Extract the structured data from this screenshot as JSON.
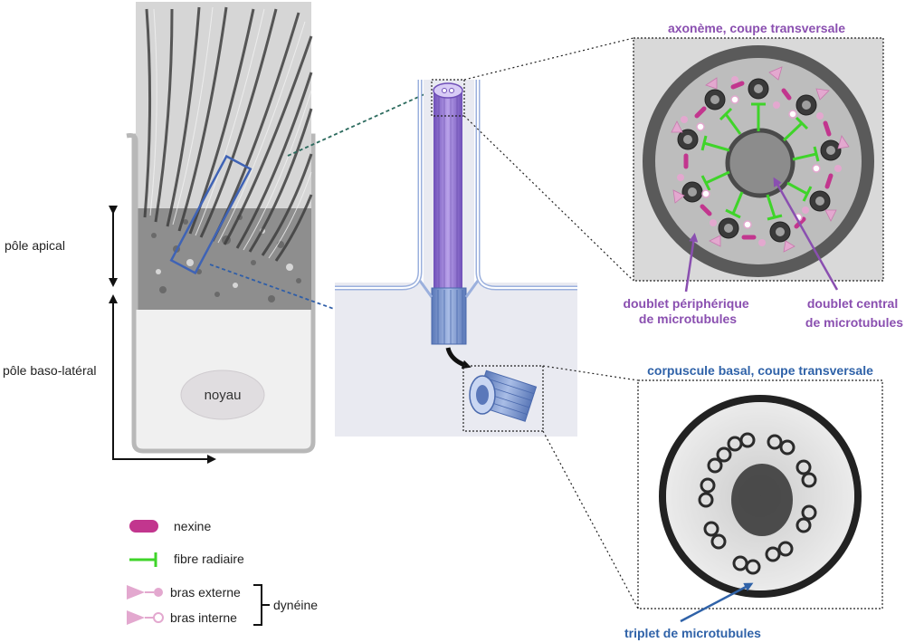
{
  "colors": {
    "purple_label": "#8a4fb0",
    "blue_label": "#2f62a8",
    "nexine": "#c2368e",
    "radial_fiber": "#3fd42a",
    "dynein": "#e3a8cf",
    "cilium_purple": "#9a7bd6",
    "basal_blue": "#7d9ad2"
  },
  "cell": {
    "apical_label": "pôle apical",
    "basolateral_label": "pôle baso-latéral",
    "nucleus_label": "noyau"
  },
  "axoneme": {
    "title": "axonème, coupe transversale",
    "peripheral_doublet_label": [
      "doublet périphérique",
      "de microtubules"
    ],
    "central_doublet_label": [
      "doublet central",
      "de microtubules"
    ]
  },
  "basal_body": {
    "title": "corpuscule basal, coupe transversale",
    "triplet_label": "triplet de microtubules"
  },
  "legend": {
    "nexine": "nexine",
    "radial_fiber": "fibre radiaire",
    "outer_arm": "bras externe",
    "inner_arm": "bras interne",
    "dynein": "dynéine"
  }
}
